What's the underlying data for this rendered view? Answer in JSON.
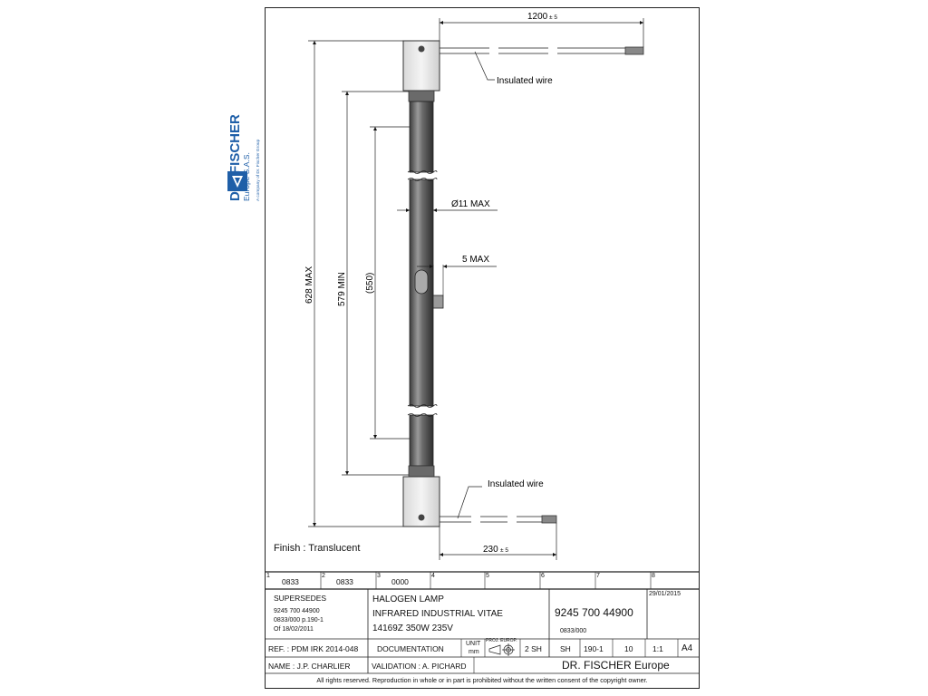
{
  "logo": {
    "company": "DR. FISCHER",
    "sub": "Europe S.A.S.",
    "tagline": "A company of Dr. Fischer Group",
    "brand_color": "#1f5fa8"
  },
  "drawing": {
    "dim_wire_length": "1200",
    "dim_wire_tol": "± 5",
    "label_insulated_wire": "Insulated wire",
    "dim_diameter": "Ø11 MAX",
    "dim_pin": "5 MAX",
    "dim_overall": "628 MAX",
    "dim_min": "579 MIN",
    "dim_heated": "(550)",
    "dim_bottom_wire": "230",
    "dim_bottom_tol": "± 5",
    "finish": "Finish : Translucent"
  },
  "grid": {
    "numbers": [
      "1",
      "2",
      "3",
      "4",
      "5",
      "6",
      "7",
      "8"
    ],
    "codes": [
      "0833",
      "0833",
      "0000"
    ]
  },
  "title_block": {
    "supersedes_label": "SUPERSEDES",
    "supersedes_lines": [
      "9245 700 44900",
      "0833/000 p.190-1",
      "Of 18/02/2011"
    ],
    "title_lines": [
      "HALOGEN LAMP",
      "INFRARED INDUSTRIAL VITAE",
      "14169Z 350W 235V"
    ],
    "part_number": "9245 700 44900",
    "part_sub": "0833/000",
    "date": "29/01/2015",
    "ref": "REF. : PDM IRK 2014-048",
    "documentation": "DOCUMENTATION",
    "unit_label": "UNIT",
    "unit_value": "mm",
    "proj_label": "PROJ. EUROP.",
    "sheets": "2 SH",
    "sh_label": "SH",
    "sh_value": "190-1",
    "rev": "10",
    "scale": "1:1",
    "format": "A4",
    "name": "NAME : J.P. CHARLIER",
    "validation": "VALIDATION : A. PICHARD",
    "company": "DR. FISCHER Europe",
    "footer": "All rights reserved. Reproduction in whole or in part is prohibited without the written consent of the copyright owner."
  }
}
